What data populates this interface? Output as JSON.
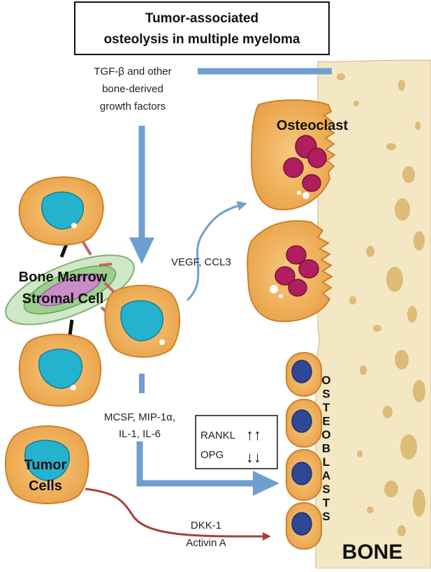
{
  "title": {
    "line1": "Tumor-associated",
    "line2": "osteolysis in multiple myeloma"
  },
  "labels": {
    "tgf_line1": "TGF-β and other",
    "tgf_line2": "bone-derived",
    "tgf_line3": "growth factors",
    "osteoclast": "Osteoclast",
    "vegf": "VEGF, CCL3",
    "bmsc_line1": "Bone Marrow",
    "bmsc_line2": "Stromal Cell",
    "mcsf_line1": "MCSF, MIP-1α,",
    "mcsf_line2": "IL-1, IL-6",
    "rankl": "RANKL",
    "opg": "OPG",
    "rankl_arrows": "↑↑",
    "opg_arrows": "↓↓",
    "tumor_line1": "Tumor",
    "tumor_line2": "Cells",
    "dkk_line1": "DKK-1",
    "dkk_line2": "Activin A",
    "bone": "BONE",
    "osteoblasts_letters": [
      "O",
      "S",
      "T",
      "E",
      "O",
      "B",
      "L",
      "A",
      "S",
      "T",
      "S"
    ]
  },
  "colors": {
    "arrow_blue": "#6f9fd0",
    "arrow_red": "#a8403a",
    "cell_fill": "#f2b25f",
    "nucleus": "#24b2cf",
    "osteoclast_nucleus": "#b01e5e",
    "osteoblast_nucleus": "#2e4796",
    "bone": "#f4e7c4"
  }
}
